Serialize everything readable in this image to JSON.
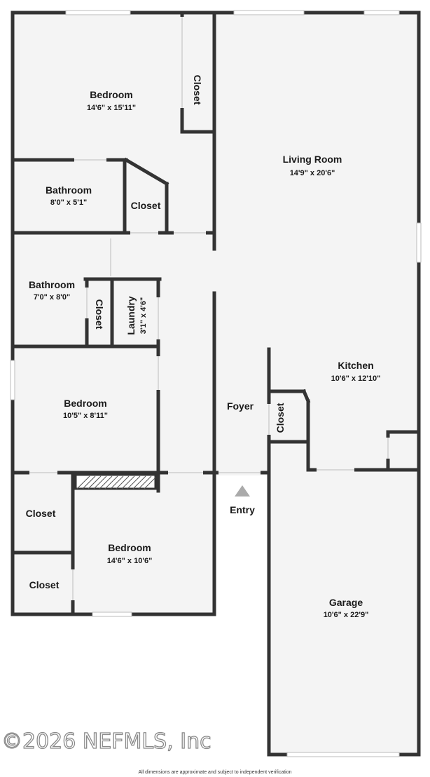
{
  "rooms": {
    "bedroom_top": {
      "name": "Bedroom",
      "dims": "14'6\" x 15'11\""
    },
    "closet_top": {
      "name": "Closet"
    },
    "living_room": {
      "name": "Living Room",
      "dims": "14'9\" x 20'6\""
    },
    "bathroom_1": {
      "name": "Bathroom",
      "dims": "8'0\" x 5'1\""
    },
    "closet_angled": {
      "name": "Closet"
    },
    "bathroom_2": {
      "name": "Bathroom",
      "dims": "7'0\" x 8'0\""
    },
    "closet_small": {
      "name": "Closet"
    },
    "laundry": {
      "name": "Laundry",
      "dims": "3'1\" x 4'6\""
    },
    "bedroom_mid": {
      "name": "Bedroom",
      "dims": "10'5\" x 8'11\""
    },
    "kitchen": {
      "name": "Kitchen",
      "dims": "10'6\" x 12'10\""
    },
    "foyer": {
      "name": "Foyer"
    },
    "closet_kitchen": {
      "name": "Closet"
    },
    "entry": {
      "name": "Entry"
    },
    "closet_left_1": {
      "name": "Closet"
    },
    "closet_left_2": {
      "name": "Closet"
    },
    "bedroom_bottom": {
      "name": "Bedroom",
      "dims": "14'6\" x 10'6\""
    },
    "garage": {
      "name": "Garage",
      "dims": "10'6\" x 22'9\""
    }
  },
  "watermark": "©2026 NEFMLS, Inc",
  "disclaimer": "All dimensions are approximate and subject to independent verification",
  "colors": {
    "wall": "#333333",
    "floor": "#f4f4f4",
    "window": "#bbbbbb",
    "entry_arrow": "#aaaaaa"
  }
}
